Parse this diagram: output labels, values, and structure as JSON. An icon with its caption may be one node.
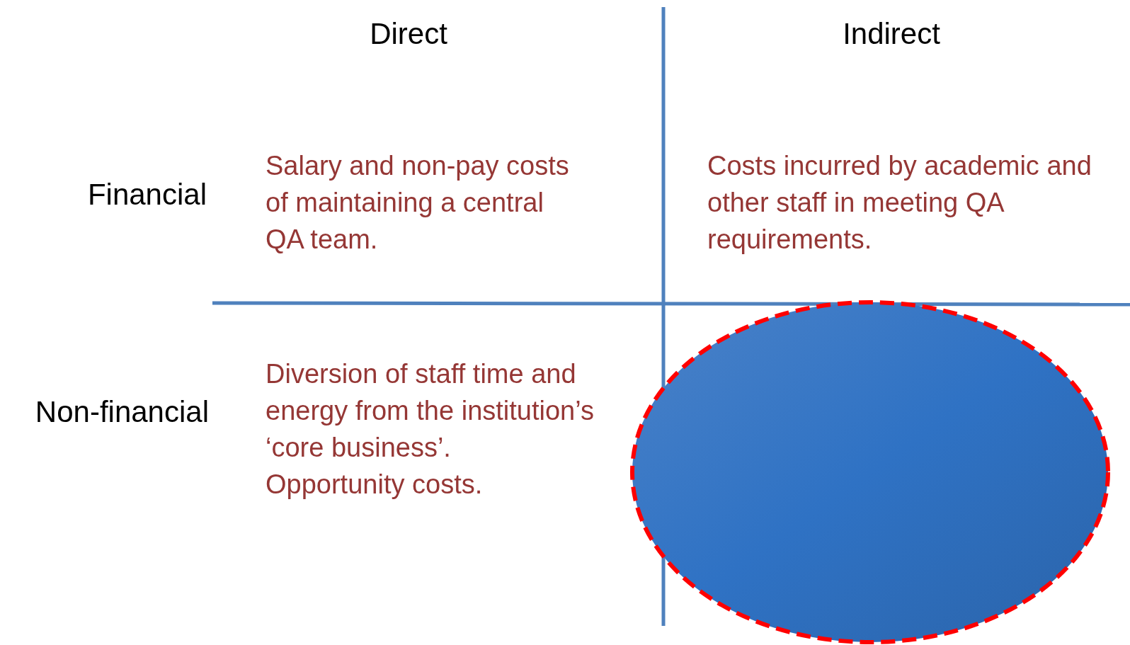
{
  "diagram": {
    "nodes": [
      {
        "text": [],
        "shape": "ellipse"
      }
    ],
    "edges": [],
    "labels": [
      "Direct",
      "Indirect",
      "Financial",
      "Salary and non-pay costs of maintaining a central QA team.",
      "Costs incurred by academic and other staff in meeting QA requirements.",
      "Non-financial",
      "Diversion of staff time and energy from the institution’s ‘core business’.",
      "Opportunity costs."
    ]
  }
}
